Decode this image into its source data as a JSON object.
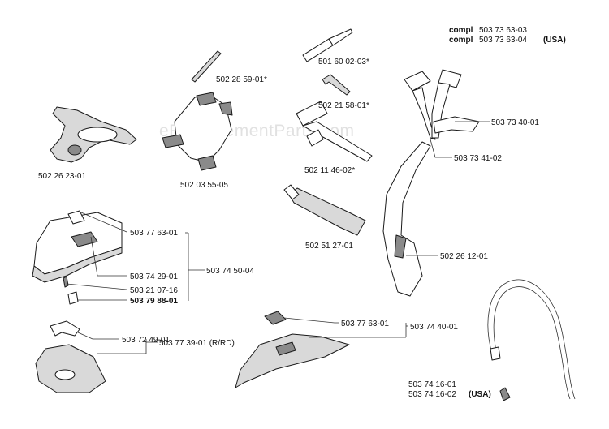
{
  "watermark": "eReplacementParts.com",
  "labels": {
    "compl_1_prefix": "compl",
    "compl_1_num": "503 73 63-03",
    "compl_2_prefix": "compl",
    "compl_2_num": "503 73 63-04",
    "compl_2_suffix": "(USA)",
    "p_501_60_02_03": "501 60 02-03*",
    "p_502_28_59_01": "502 28 59-01*",
    "p_502_21_58_01": "502 21 58-01*",
    "p_503_73_40_01": "503 73 40-01",
    "p_503_73_41_02": "503 73 41-02",
    "p_502_26_23_01": "502 26 23-01",
    "p_502_03_55_05": "502 03 55-05",
    "p_502_11_46_02": "502 11 46-02*",
    "p_502_51_27_01": "502 51 27-01",
    "p_502_26_12_01": "502 26 12-01",
    "p_503_77_63_01_a": "503 77 63-01",
    "p_503_74_50_04": "503 74 50-04",
    "p_503_74_29_01": "503 74 29-01",
    "p_503_21_07_16": "503 21 07-16",
    "p_503_79_88_01": "503 79 88-01",
    "p_503_72_49_01": "503 72 49-01",
    "p_503_77_39_01": "503 77 39-01 (R/RD)",
    "p_503_77_63_01_b": "503 77 63-01",
    "p_503_74_40_01": "503 74 40-01",
    "p_503_74_16_01": "503 74 16-01",
    "p_503_74_16_02": "503 74 16-02",
    "p_503_74_16_02_suffix": "(USA)"
  }
}
